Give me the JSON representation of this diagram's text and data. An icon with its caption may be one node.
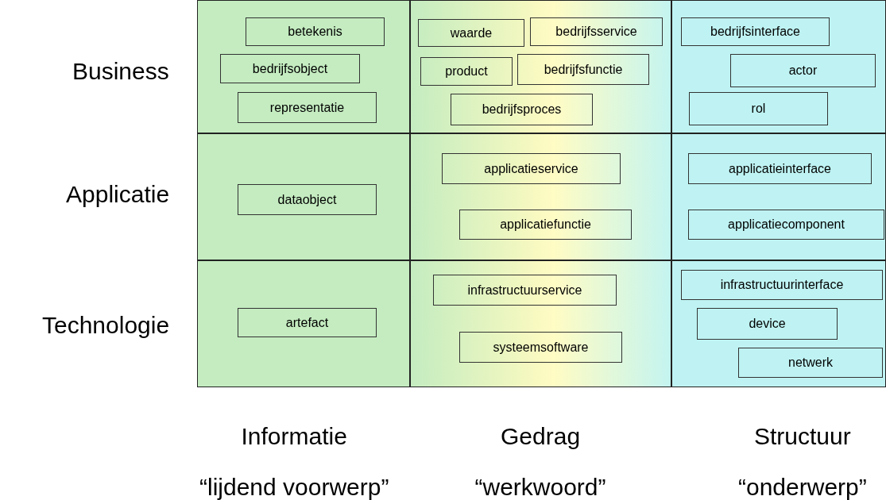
{
  "diagram": {
    "nodes": [
      {
        "text": [],
        "shape": "box"
      },
      {
        "text": [
          "betekenis"
        ],
        "in": 0
      },
      {
        "text": [
          "bedrijfsobject"
        ],
        "in": 0
      },
      {
        "text": [
          "representatie"
        ],
        "in": 0
      },
      {
        "text": [],
        "shape": "box"
      },
      {
        "text": [
          "waarde"
        ],
        "in": 4
      },
      {
        "text": [
          "bedrijfsservice"
        ],
        "in": 4
      },
      {
        "text": [
          "product"
        ],
        "in": 4
      },
      {
        "text": [
          "bedrijfsfunctie"
        ],
        "in": 4
      },
      {
        "text": [
          "bedrijfsproces"
        ],
        "in": 4
      },
      {
        "text": [],
        "shape": "box"
      },
      {
        "text": [
          "bedrijfsinterface"
        ],
        "in": 10
      },
      {
        "text": [
          "actor"
        ],
        "in": 10
      },
      {
        "text": [
          "rol"
        ],
        "in": 10
      },
      {
        "text": [],
        "shape": "box"
      },
      {
        "text": [
          "dataobject"
        ],
        "in": 14
      },
      {
        "text": [],
        "shape": "box"
      },
      {
        "text": [
          "applicatieservice"
        ],
        "in": 16
      },
      {
        "text": [
          "applicatiefunctie"
        ],
        "in": 16
      },
      {
        "text": [],
        "shape": "box"
      },
      {
        "text": [
          "applicatieinterface"
        ],
        "in": 19
      },
      {
        "text": [
          "applicatiecomponent"
        ],
        "in": 19
      },
      {
        "text": [],
        "shape": "box"
      },
      {
        "text": [
          "artefact"
        ],
        "in": 22
      },
      {
        "text": [],
        "shape": "box"
      },
      {
        "text": [
          "infrastructuurservice"
        ],
        "in": 24
      },
      {
        "text": [
          "systeemsoftware"
        ],
        "in": 24
      },
      {
        "text": [],
        "shape": "box"
      },
      {
        "text": [
          "infrastructuurinterface"
        ],
        "in": 27
      },
      {
        "text": [
          "device"
        ],
        "in": 27
      },
      {
        "text": [
          "netwerk"
        ],
        "in": 27
      }
    ],
    "labels": [
      "Business",
      "Applicatie",
      "Technologie",
      "Informatie",
      "Gedrag",
      "Structuur",
      "“lijdend voorwerp”",
      "“werkwoord”",
      "“onderwerp”"
    ]
  }
}
